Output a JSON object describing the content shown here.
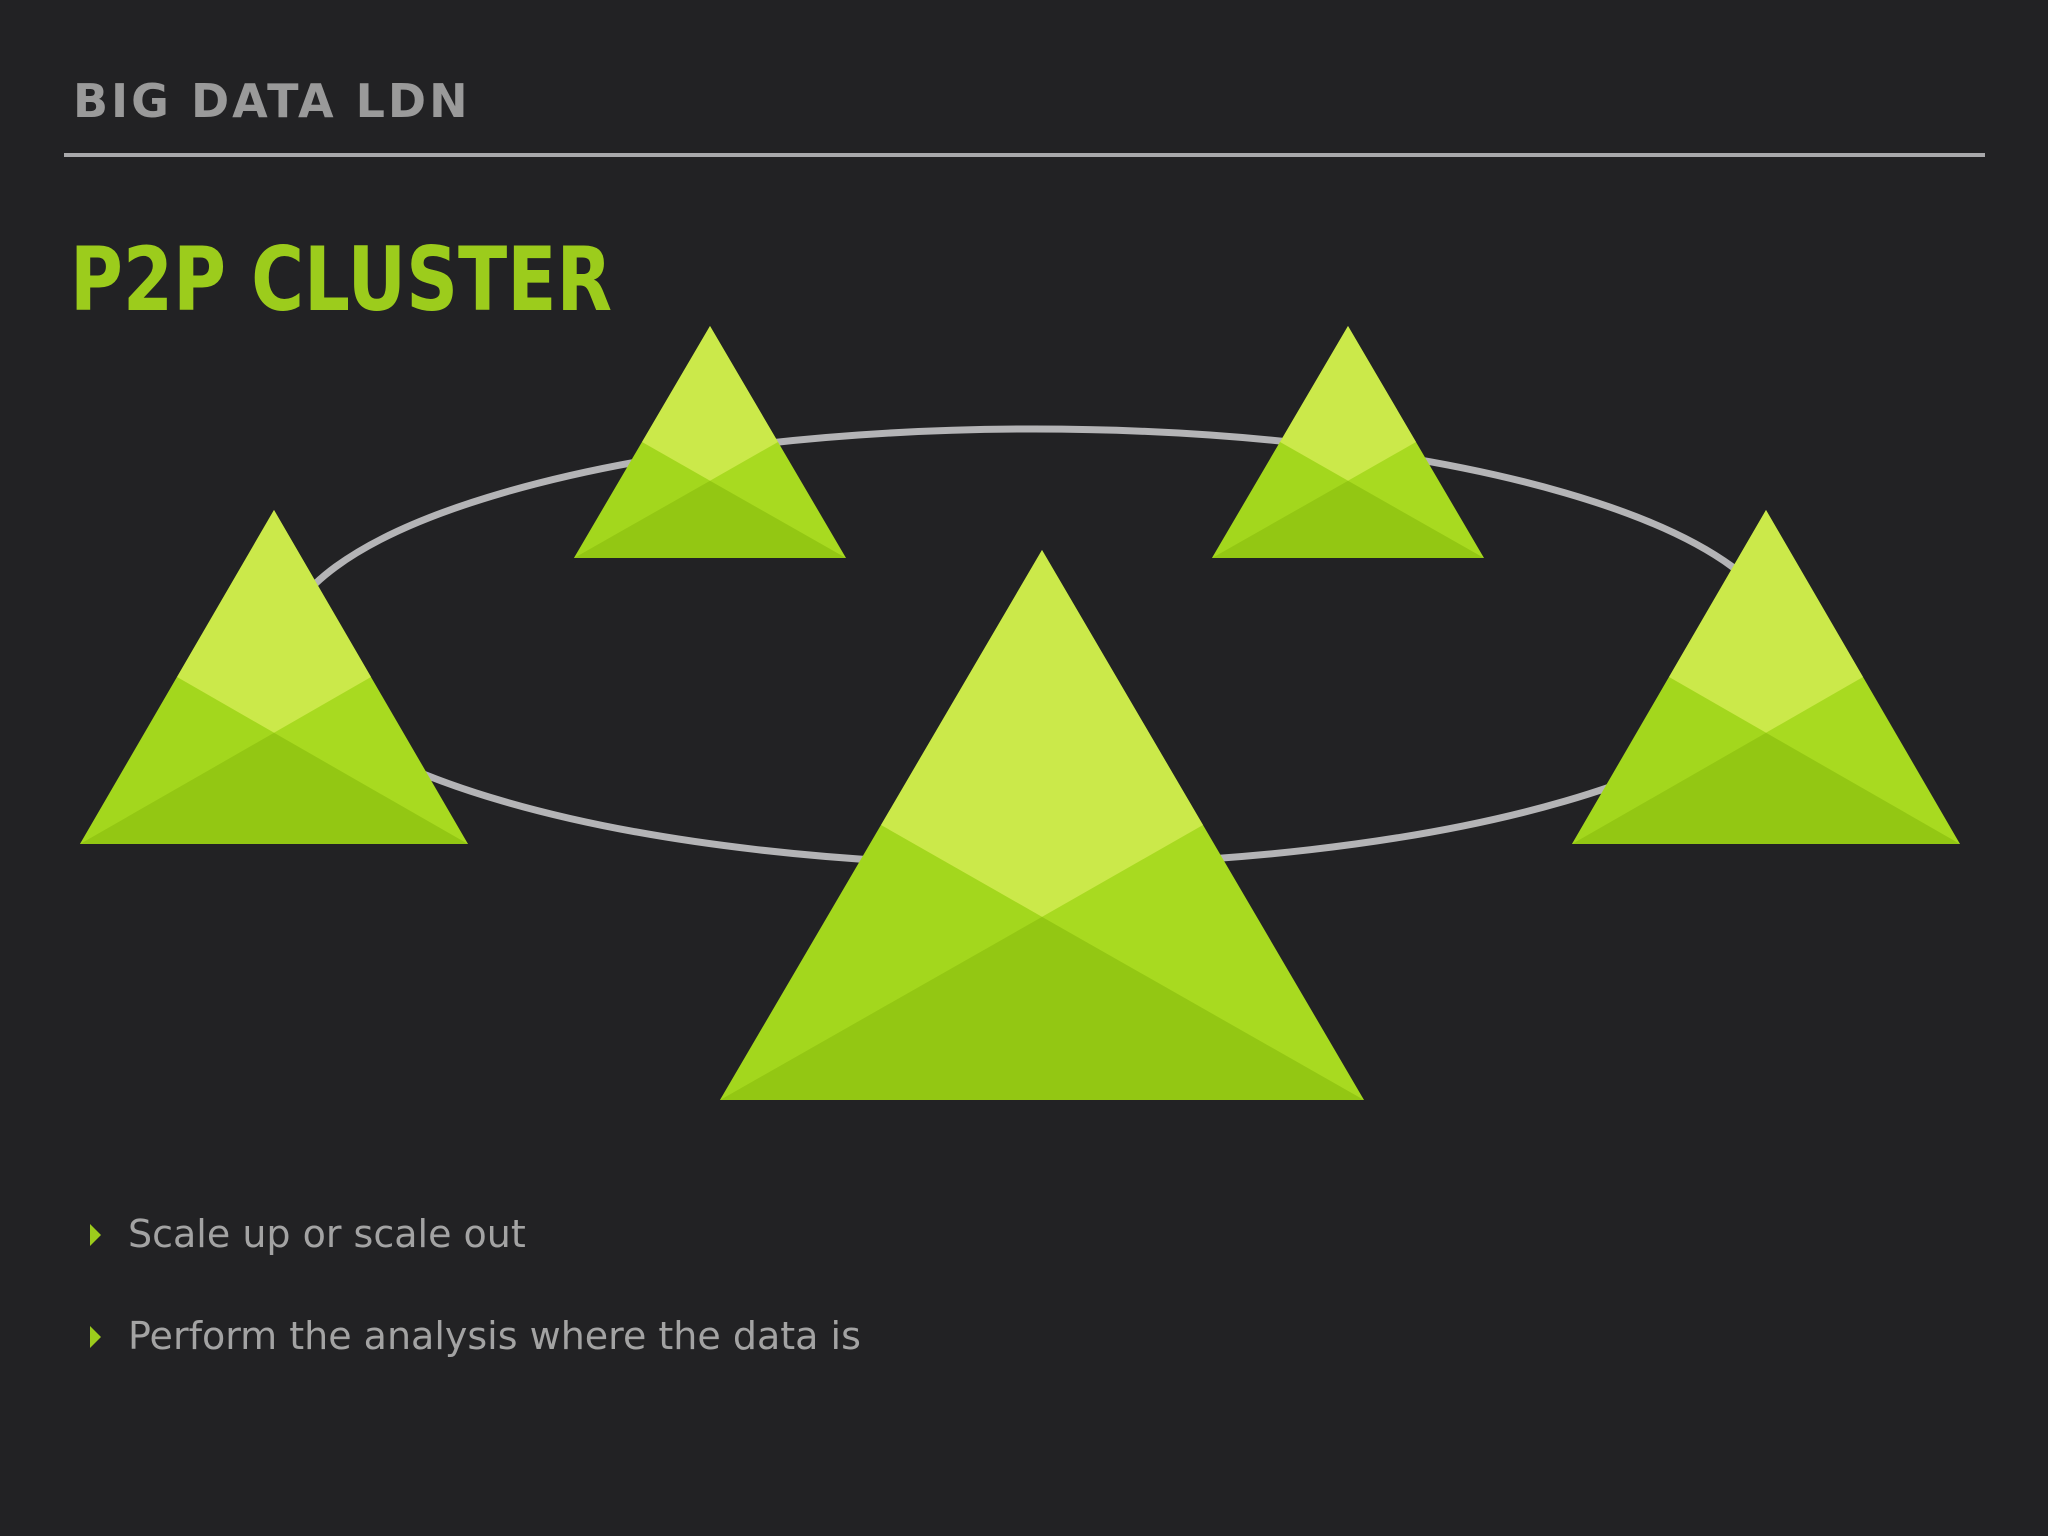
{
  "header": {
    "title": "BIG DATA LDN"
  },
  "slide": {
    "title": "P2P CLUSTER",
    "bullets": [
      "Scale up or scale out",
      "Perform the analysis where the data is"
    ]
  },
  "diagram": {
    "node_count": 5,
    "ring": "ellipse connecting all nodes",
    "node_shape": "triangle",
    "colors": {
      "node_light": "#cbe94a",
      "node_mid": "#a8da20",
      "node_dark": "#93c713",
      "ring": "#b4b4b6"
    }
  },
  "theme": {
    "background": "#222224",
    "accent": "#9ccc1c",
    "text_muted": "#a3a3a3",
    "rule": "#a9a9ab"
  }
}
